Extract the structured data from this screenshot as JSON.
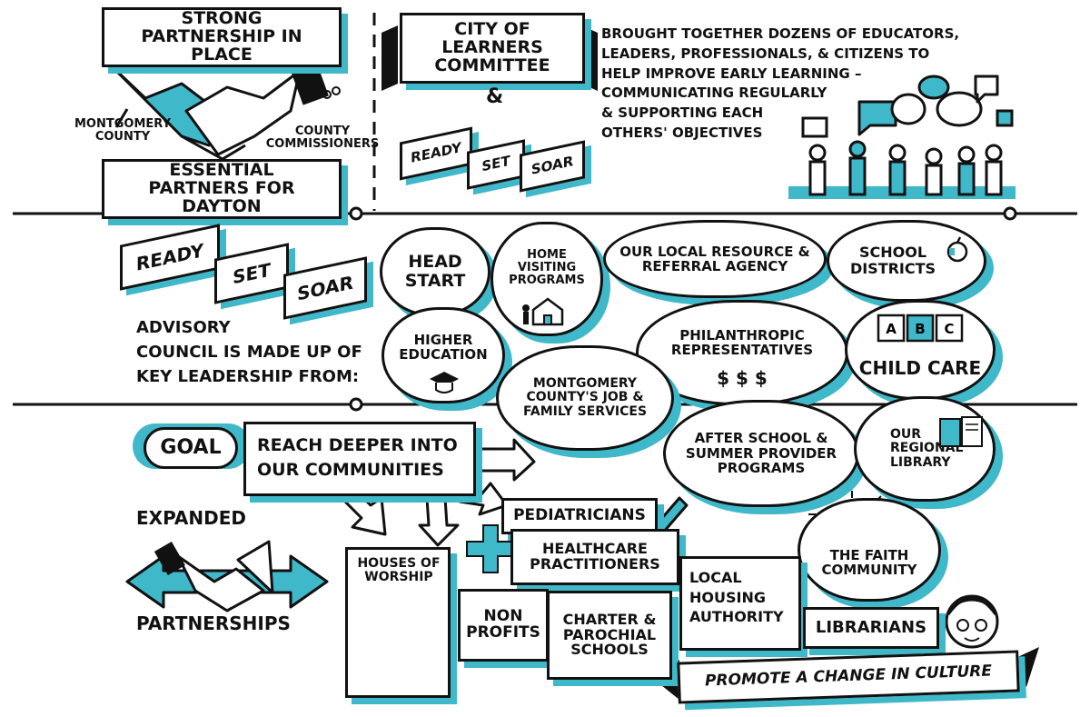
{
  "colors": {
    "accent": "#3fb8c9",
    "ink": "#111111",
    "paper": "#ffffff"
  },
  "top_left": {
    "strong_partnership": "Strong Partnership in Place",
    "montgomery_county": "Montgomery County",
    "county_commissioners": "County Commissioners",
    "essential_partners": "Essential Partners for Dayton"
  },
  "committee": {
    "title": "City of Learners Committee",
    "connector": "&",
    "ready": "Ready",
    "set": "Set",
    "soar": "Soar",
    "description_lines": [
      "Brought together dozens of educators,",
      "leaders, professionals, & citizens to",
      "help improve early learning –",
      "communicating regularly",
      "& supporting each",
      "others' objectives"
    ]
  },
  "advisory": {
    "ready": "Ready",
    "set": "Set",
    "soar": "Soar",
    "text_lines": [
      "Advisory",
      "council is made up of",
      "key leadership from:"
    ]
  },
  "clouds": {
    "head_start": "Head Start",
    "home_visiting": "Home Visiting Programs",
    "resource_agency": "Our local resource & referral agency",
    "school_districts": "School Districts",
    "higher_education": "Higher Education",
    "philanthropic": "Philanthropic Representatives",
    "dollars": "$ $ $",
    "child_care": "Child Care",
    "montgomery_jfs": "Montgomery County's Job & Family Services",
    "after_school": "After school & summer provider programs",
    "regional_library": "Our Regional Library",
    "faith_community": "The Faith Community"
  },
  "goal": {
    "label": "Goal",
    "statement": "Reach deeper into our communities",
    "expanded": "Expanded",
    "partnerships": "Partnerships",
    "plus": "+",
    "pediatricians": "Pediatricians",
    "healthcare": "Healthcare Practitioners",
    "houses_of_worship": "Houses of Worship",
    "non_profits": "Non Profits",
    "charter": "Charter & Parochial Schools",
    "housing": "Local Housing Authority",
    "librarians": "Librarians",
    "banner": "Promote a change in culture"
  },
  "icons": [
    "handshake-icon",
    "speech-bubble-icon",
    "people-icon",
    "house-icon",
    "apple-icon",
    "graduation-cap-icon",
    "abc-blocks-icon",
    "books-icon",
    "church-icon",
    "halo-icon",
    "pen-icon",
    "librarian-face-icon",
    "double-arrow-icon"
  ]
}
